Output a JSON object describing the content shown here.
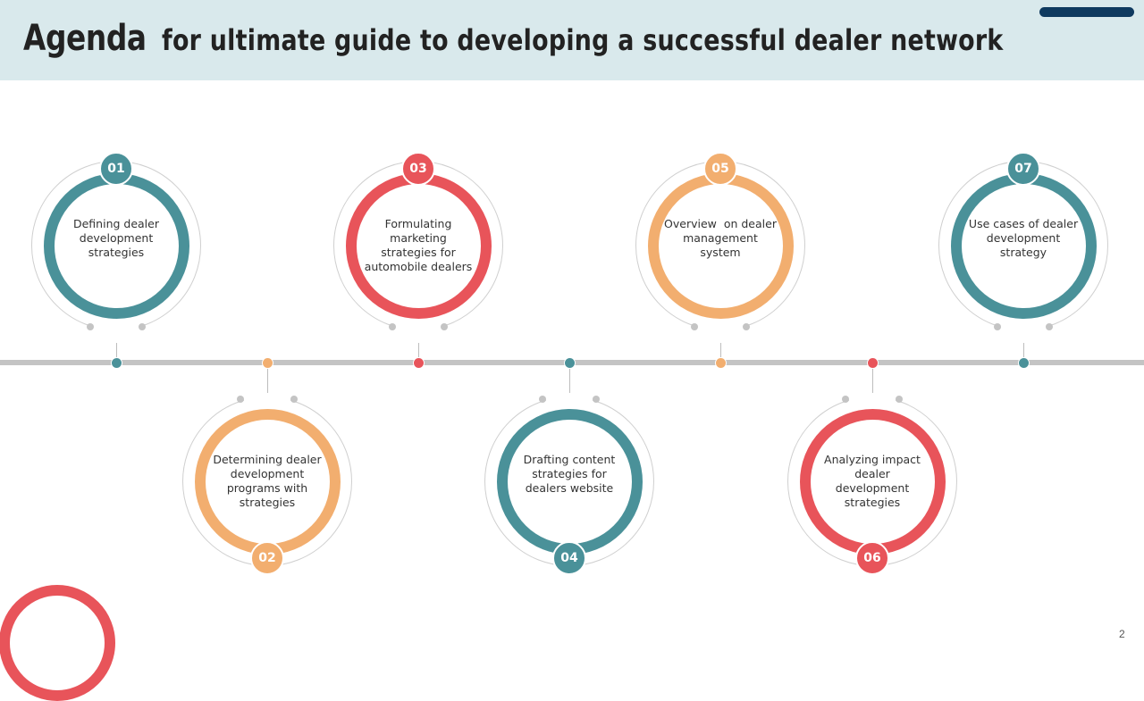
{
  "slide": {
    "title_strong": "Agenda",
    "title_rest": "for ultimate guide to developing a successful dealer network",
    "page_number": "2"
  },
  "colors": {
    "teal": "#4a9199",
    "coral": "#e8545a",
    "orange": "#f2ae6f",
    "header_band": "#d9e9ec",
    "top_accent": "#0f3a5f",
    "timeline": "#c4c4c4"
  },
  "agenda": [
    {
      "number": "01",
      "text": "Defining dealer development strategies",
      "color": "teal"
    },
    {
      "number": "02",
      "text": "Determining dealer development programs with strategies",
      "color": "orange"
    },
    {
      "number": "03",
      "text": "Formulating marketing strategies for automobile dealers",
      "color": "coral"
    },
    {
      "number": "04",
      "text": "Drafting content strategies for dealers website",
      "color": "teal"
    },
    {
      "number": "05",
      "text": "Overview  on dealer management system",
      "color": "orange"
    },
    {
      "number": "06",
      "text": "Analyzing impact dealer development strategies",
      "color": "coral"
    },
    {
      "number": "07",
      "text": "Use cases of dealer development strategy",
      "color": "teal"
    }
  ]
}
